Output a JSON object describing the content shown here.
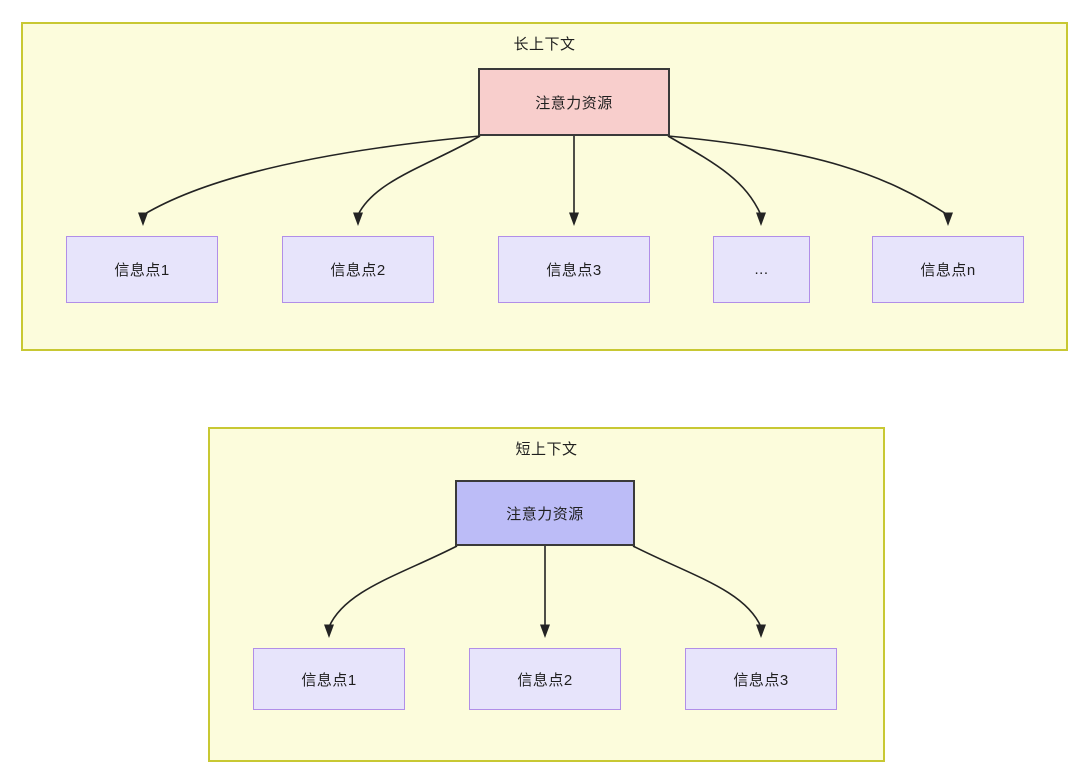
{
  "diagram": {
    "background_color": "#ffffff",
    "panels": [
      {
        "id": "long-context",
        "title": "长上下文",
        "fill_color": "#fcfcdc",
        "border_color": "#c8c833",
        "root": {
          "label": "注意力资源",
          "fill_color": "#f8cecc",
          "border_color": "#3a3a3a"
        },
        "children": [
          {
            "label": "信息点1",
            "fill_color": "#e7e4fb",
            "border_color": "#b18ee8"
          },
          {
            "label": "信息点2",
            "fill_color": "#e7e4fb",
            "border_color": "#b18ee8"
          },
          {
            "label": "信息点3",
            "fill_color": "#e7e4fb",
            "border_color": "#b18ee8"
          },
          {
            "label": "...",
            "fill_color": "#e7e4fb",
            "border_color": "#b18ee8"
          },
          {
            "label": "信息点n",
            "fill_color": "#e7e4fb",
            "border_color": "#b18ee8"
          }
        ]
      },
      {
        "id": "short-context",
        "title": "短上下文",
        "fill_color": "#fcfcdc",
        "border_color": "#c8c833",
        "root": {
          "label": "注意力资源",
          "fill_color": "#bcbcf7",
          "border_color": "#3a3a3a"
        },
        "children": [
          {
            "label": "信息点1",
            "fill_color": "#e7e4fb",
            "border_color": "#b18ee8"
          },
          {
            "label": "信息点2",
            "fill_color": "#e7e4fb",
            "border_color": "#b18ee8"
          },
          {
            "label": "信息点3",
            "fill_color": "#e7e4fb",
            "border_color": "#b18ee8"
          }
        ]
      }
    ],
    "edge_color": "#232323"
  }
}
